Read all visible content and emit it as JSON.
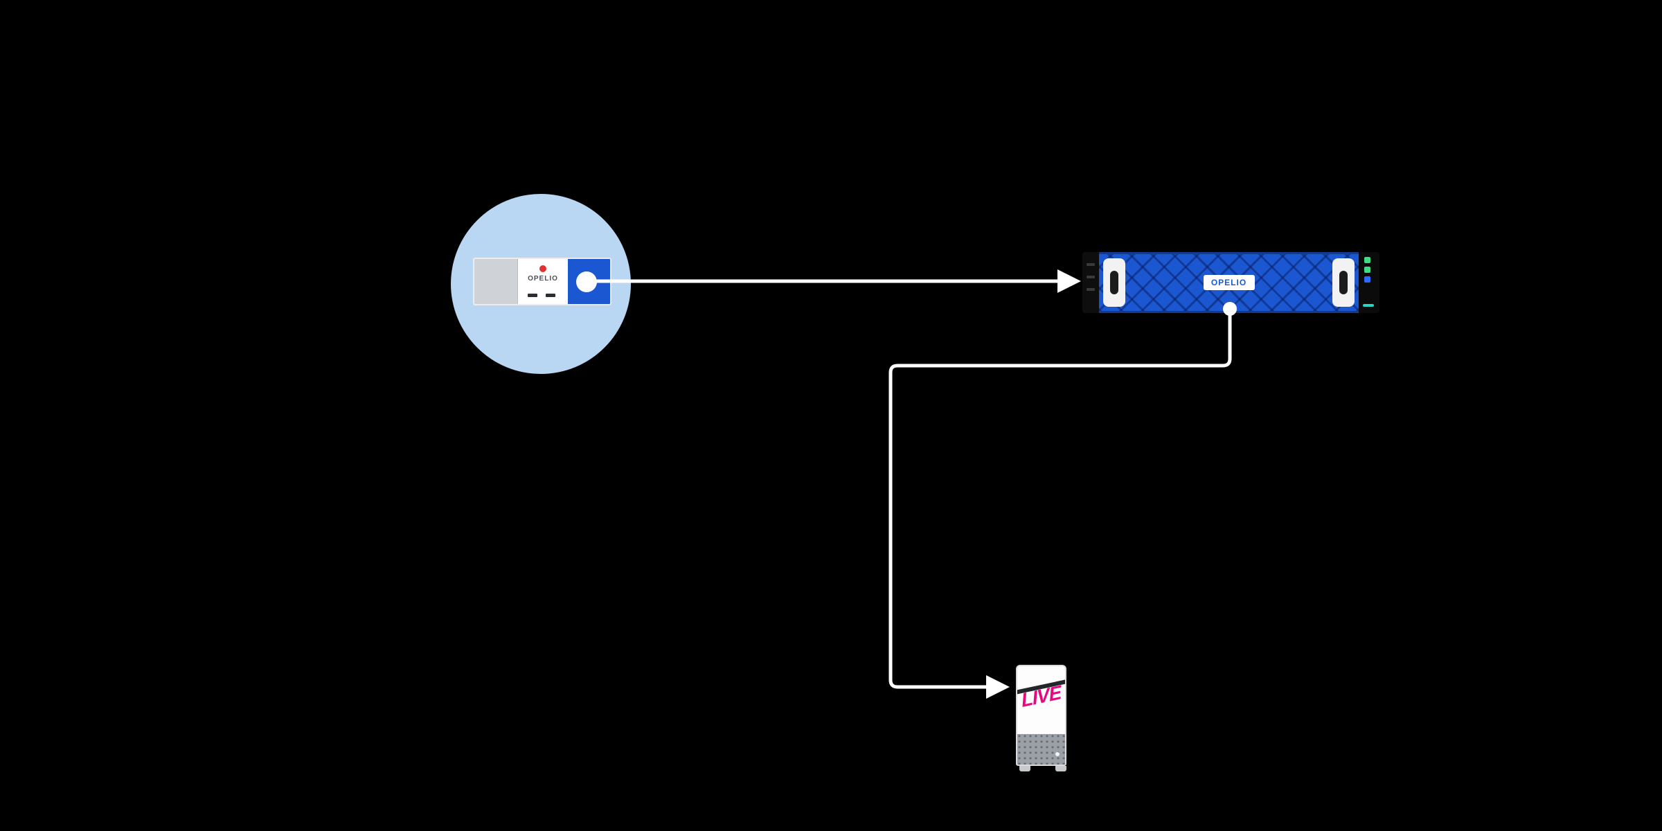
{
  "canvas": {
    "background": "#000000"
  },
  "nodes": {
    "encoder": {
      "brand_label": "OPELIO",
      "highlight_circle_color": "#b9d6f2",
      "accent_color": "#1b57d0",
      "logo_dot_color": "#e03131"
    },
    "server": {
      "brand_label": "OPELIO",
      "body_color": "#1b57d0",
      "label_text_color": "#1b57d0",
      "led_colors": [
        "#3ddc84",
        "#3ddc84",
        "#2b6bff",
        "#2bd4c4"
      ]
    },
    "live_unit": {
      "brand_label": "LIVE",
      "brand_color": "#e5097f",
      "grille_color": "#9aa0a6"
    }
  },
  "connections": {
    "stroke_color": "#ffffff",
    "encoder_to_server": "encoder-to-server",
    "server_to_live_unit": "server-to-live-unit"
  }
}
